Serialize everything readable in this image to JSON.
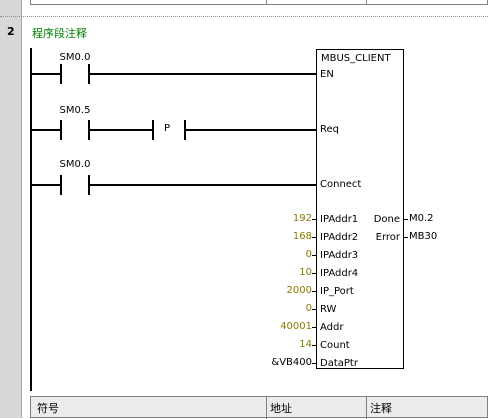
{
  "network": {
    "number": "2",
    "comment": "程序段注释"
  },
  "rungs": [
    {
      "contact": "SM0.0"
    },
    {
      "contact": "SM0.5",
      "edge": "P"
    },
    {
      "contact": "SM0.0"
    }
  ],
  "block": {
    "title": "MBUS_CLIENT",
    "inputs_top": [
      "EN",
      "Req",
      "Connect"
    ],
    "inputs": [
      {
        "pin": "IPAddr1",
        "value": "192"
      },
      {
        "pin": "IPAddr2",
        "value": "168"
      },
      {
        "pin": "IPAddr3",
        "value": "0"
      },
      {
        "pin": "IPAddr4",
        "value": "10"
      },
      {
        "pin": "IP_Port",
        "value": "2000"
      },
      {
        "pin": "RW",
        "value": "0"
      },
      {
        "pin": "Addr",
        "value": "40001"
      },
      {
        "pin": "Count",
        "value": "14"
      },
      {
        "pin": "DataPtr",
        "value": "&VB400"
      }
    ],
    "outputs": [
      {
        "pin": "Done",
        "value": "M0.2"
      },
      {
        "pin": "Error",
        "value": "MB30"
      }
    ]
  },
  "symbol_table": {
    "headers": [
      "符号",
      "地址",
      "注释"
    ]
  },
  "colors": {
    "comment": "#008000",
    "constant": "#8a7a00",
    "gutter": "#d8d8d8"
  }
}
